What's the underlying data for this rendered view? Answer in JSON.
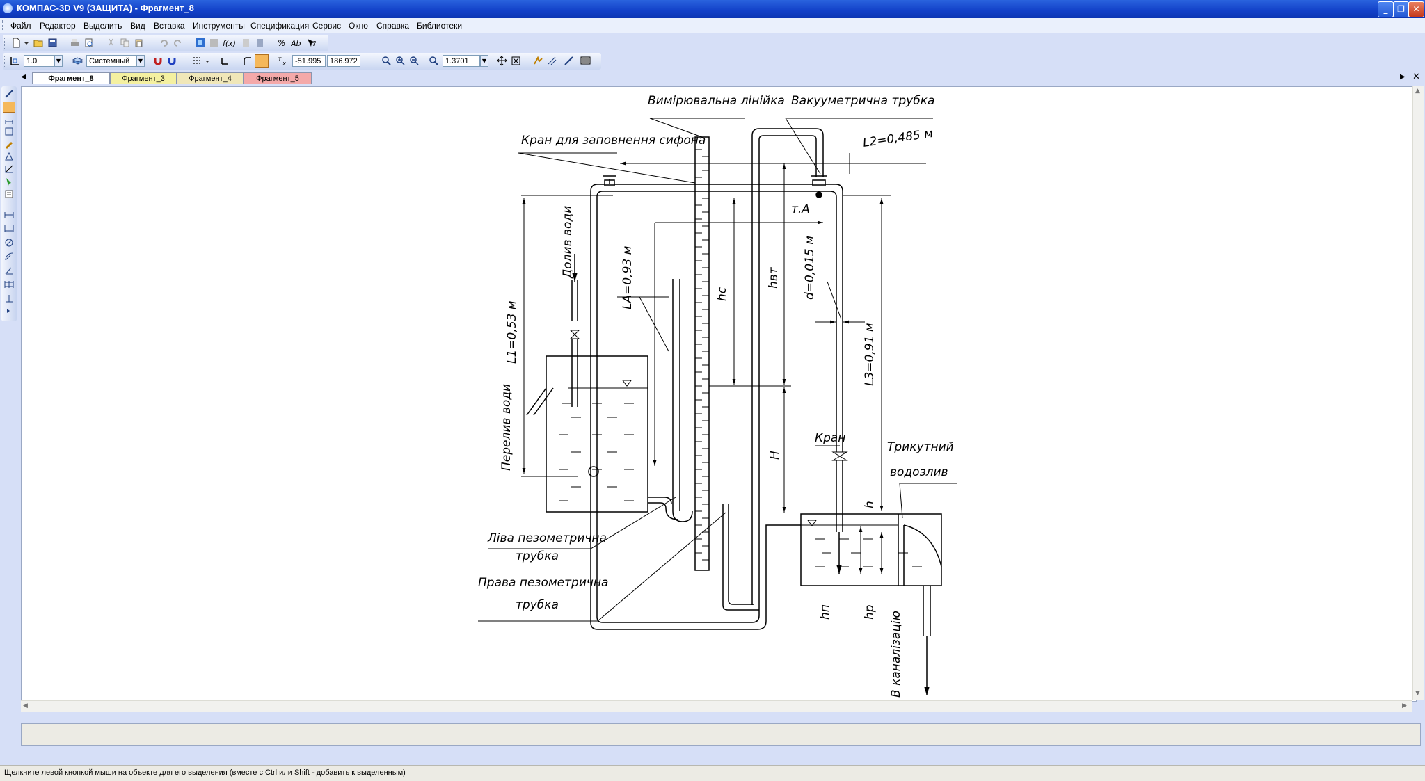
{
  "window": {
    "title": "КОМПАС-3D V9 (ЗАЩИТА) - Фрагмент_8",
    "minimize": "_",
    "restore": "❐",
    "close": "✕"
  },
  "menu": [
    "Файл",
    "Редактор",
    "Выделить",
    "Вид",
    "Вставка",
    "Инструменты",
    "Спецификация",
    "Сервис",
    "Окно",
    "Справка",
    "Библиотеки"
  ],
  "toolbar2": {
    "line_width": "1.0",
    "layer_style": "Системный",
    "coord_x": "-51.995",
    "coord_y": "186.972",
    "zoom": "1.3701"
  },
  "tabs": [
    {
      "label": "Фрагмент_8",
      "active": true,
      "color": "#ffffff"
    },
    {
      "label": "Фрагмент_3",
      "active": false,
      "color": "#f4f0a0"
    },
    {
      "label": "Фрагмент_4",
      "active": false,
      "color": "#f0e7b8"
    },
    {
      "label": "Фрагмент_5",
      "active": false,
      "color": "#f4a9a9"
    }
  ],
  "drawing": {
    "labels": {
      "ruler": "Вимірювальна лінійка",
      "vacuum_tube": "Вакууметрична трубка",
      "siphon_valve": "Кран для заповнення сифона",
      "l2": "L2=0,485 м",
      "point_a": "т.А",
      "water_inflow": "Долив води",
      "la": "LA=0,93 м",
      "hc": "hc",
      "hvm": "hвт",
      "d": "d=0,015 м",
      "l1": "L1=0,53 м",
      "l3": "L3=0,91 м",
      "overflow": "Перелив води",
      "h_big": "H",
      "valve": "Кран",
      "weir_1": "Трикутний",
      "weir_2": "водозлив",
      "h_small": "h",
      "left_piezo_1": "Ліва пезометрична",
      "left_piezo_2": "трубка",
      "right_piezo_1": "Права пезометрична",
      "right_piezo_2": "трубка",
      "hn": "hп",
      "hp": "hр",
      "to_sewer": "В каналізацію"
    }
  },
  "statusbar": {
    "hint": "Щелкните левой кнопкой мыши на объекте для его выделения (вместе с Ctrl или Shift - добавить к выделенным)"
  },
  "colors": {
    "titlebar": "#1240c8",
    "workspace": "#d6dff7",
    "canvas": "#ffffff"
  }
}
